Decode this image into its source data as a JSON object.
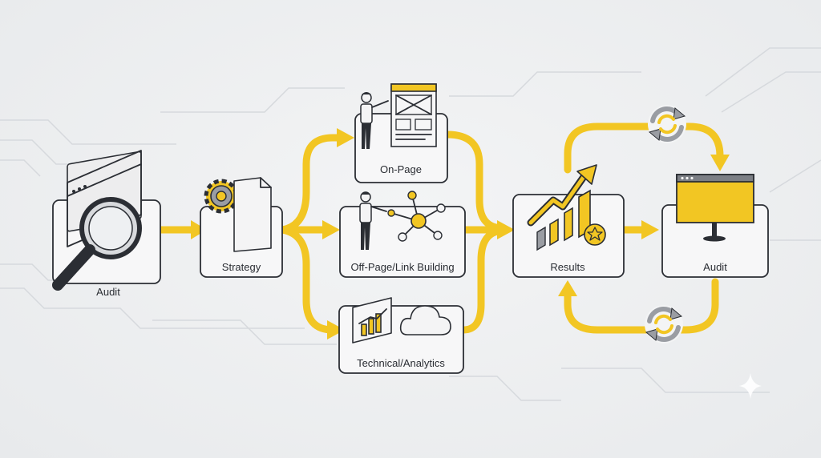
{
  "nodes": {
    "audit_start": {
      "label": "Audit"
    },
    "strategy": {
      "label": "Strategy"
    },
    "on_page": {
      "label": "On-Page"
    },
    "off_page": {
      "label": "Off-Page/Link Building"
    },
    "technical": {
      "label": "Technical/Analytics"
    },
    "results": {
      "label": "Results"
    },
    "audit_end": {
      "label": "Audit"
    }
  },
  "colors": {
    "flow": "#f2c623",
    "outline": "#2b2e34",
    "background": "#eceef0"
  },
  "icons": [
    "magnifier-icon",
    "gear-icon",
    "document-icon",
    "person-icon",
    "wireframe-icon",
    "network-icon",
    "chart-icon",
    "cloud-icon",
    "growth-chart-icon",
    "star-badge-icon",
    "monitor-icon",
    "refresh-cycle-icon"
  ]
}
